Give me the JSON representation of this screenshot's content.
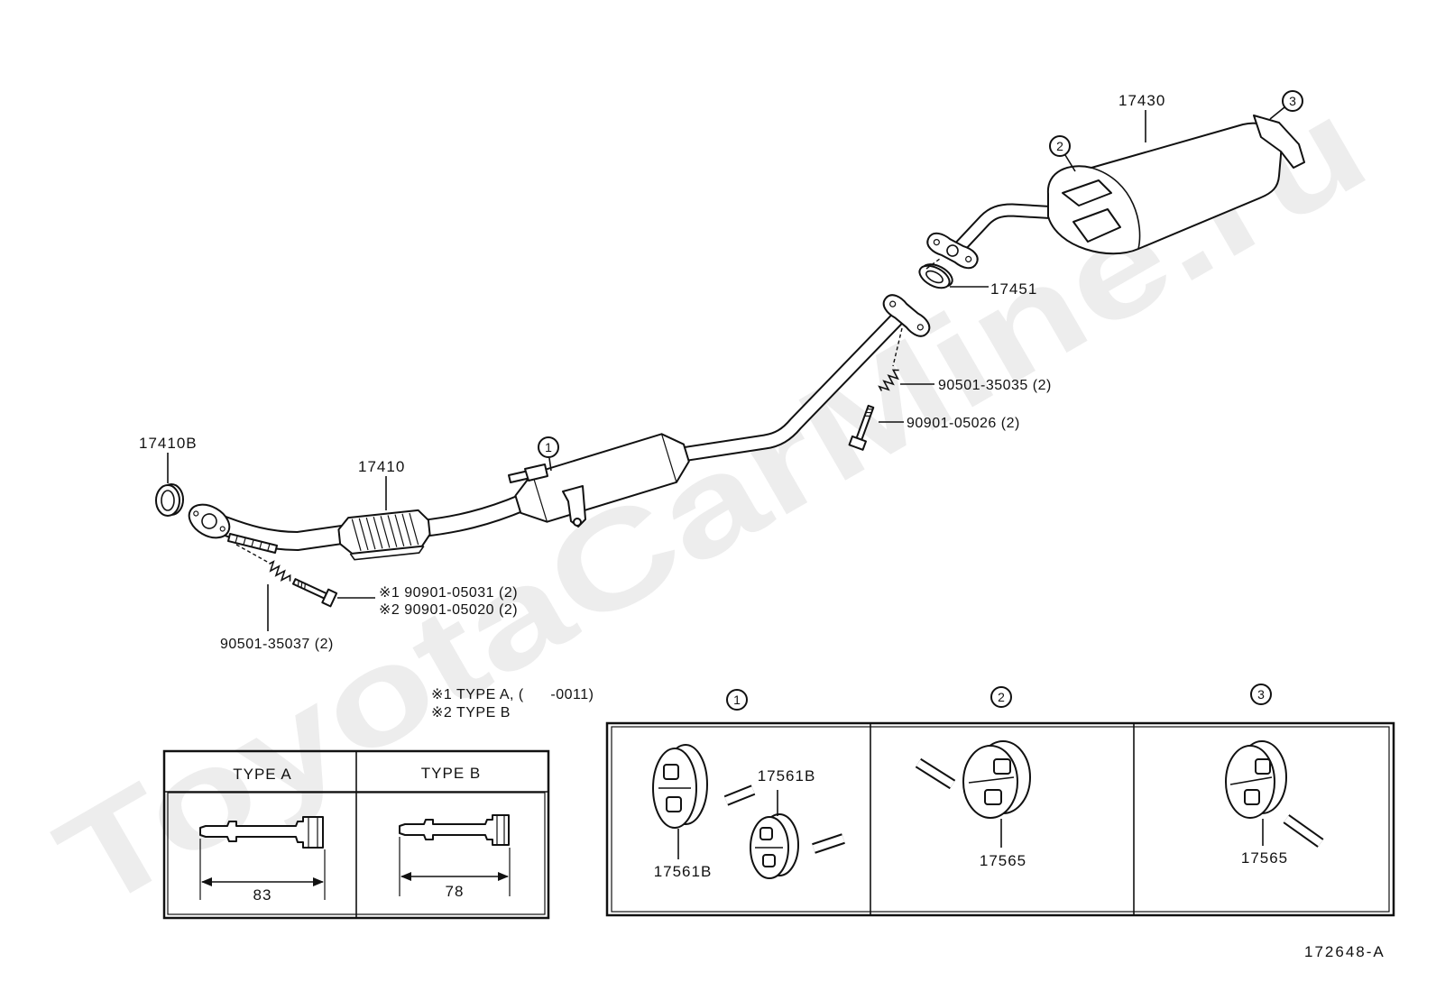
{
  "diagram": {
    "watermark": "ToyotaCarMine.ru",
    "figure_id": "172648-A",
    "markers": [
      "1",
      "2",
      "3"
    ],
    "callouts": {
      "muffler": "17430",
      "muffler_gasket": "17451",
      "rear_spring": "90501-35035 (2)",
      "rear_bolt": "90901-05026 (2)",
      "front_gasket": "17410B",
      "front_pipe": "17410",
      "front_bolt_type_a": "※1 90901-05031 (2)",
      "front_bolt_type_b": "※2 90901-05020 (2)",
      "front_spring": "90501-35037 (2)"
    },
    "notes": [
      "※1 TYPE A, (      -0011)",
      "※2 TYPE B"
    ],
    "bolt_table": {
      "columns": [
        {
          "header": "TYPE A",
          "length": "83"
        },
        {
          "header": "TYPE B",
          "length": "78"
        }
      ]
    },
    "hanger_table": {
      "columns": [
        {
          "marker": "1",
          "parts": [
            "17561B",
            "17561B"
          ]
        },
        {
          "marker": "2",
          "parts": [
            "17565"
          ]
        },
        {
          "marker": "3",
          "parts": [
            "17565"
          ]
        }
      ]
    }
  }
}
